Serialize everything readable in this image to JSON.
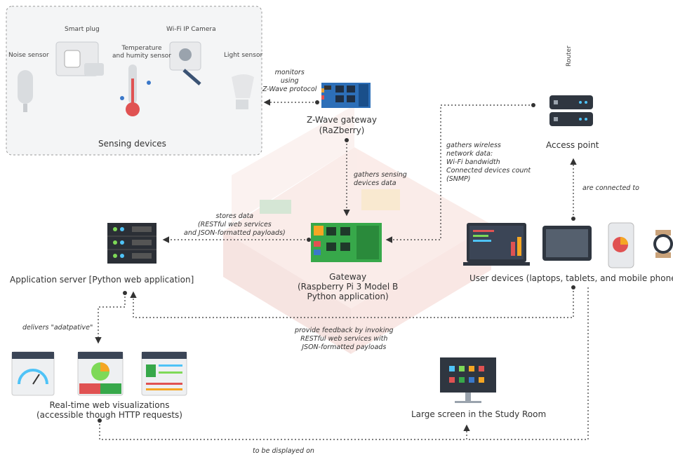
{
  "sensing": {
    "title": "Sensing devices",
    "noise": "Noise sensor",
    "plug": "Smart plug",
    "temp": "Temperature\nand humity sensor",
    "camera": "Wi-Fi IP Camera",
    "light": "Light sensor"
  },
  "zwave": {
    "title": "Z-Wave gateway\n(RaZberry)",
    "monitors": "monitors\nusing\nZ-Wave protocol",
    "gathers": "gathers sensing\ndevices data"
  },
  "router": {
    "label": "Router",
    "title": "Access point",
    "gathers": "gathers wireless\nnetwork data:\nWi-Fi bandwidth\nConnected devices count\n(SNMP)",
    "connected": "are connected to"
  },
  "gateway": {
    "title": "Gateway\n(Raspberry Pi 3 Model B\nPython application)"
  },
  "appserver": {
    "title": "Application server [Python web application]",
    "stores": "stores data\n(RESTful web services\nand JSON-formatted payloads)",
    "delivers": "delivers \"adatpative\""
  },
  "userdevices": {
    "title": "User devices (laptops, tablets, and mobile phones)",
    "feedback": "provide feedback by invoking\nRESTful web services with\nJSON-formatted payloads"
  },
  "viz": {
    "title": "Real-time web visualizations\n(accessible though HTTP requests)"
  },
  "screen": {
    "title": "Large screen in the Study Room",
    "displayed": "to be displayed on"
  },
  "colors": {
    "dark": "#333333",
    "green": "#2e9e3c",
    "red": "#e05252",
    "accent": "#f5a623"
  }
}
